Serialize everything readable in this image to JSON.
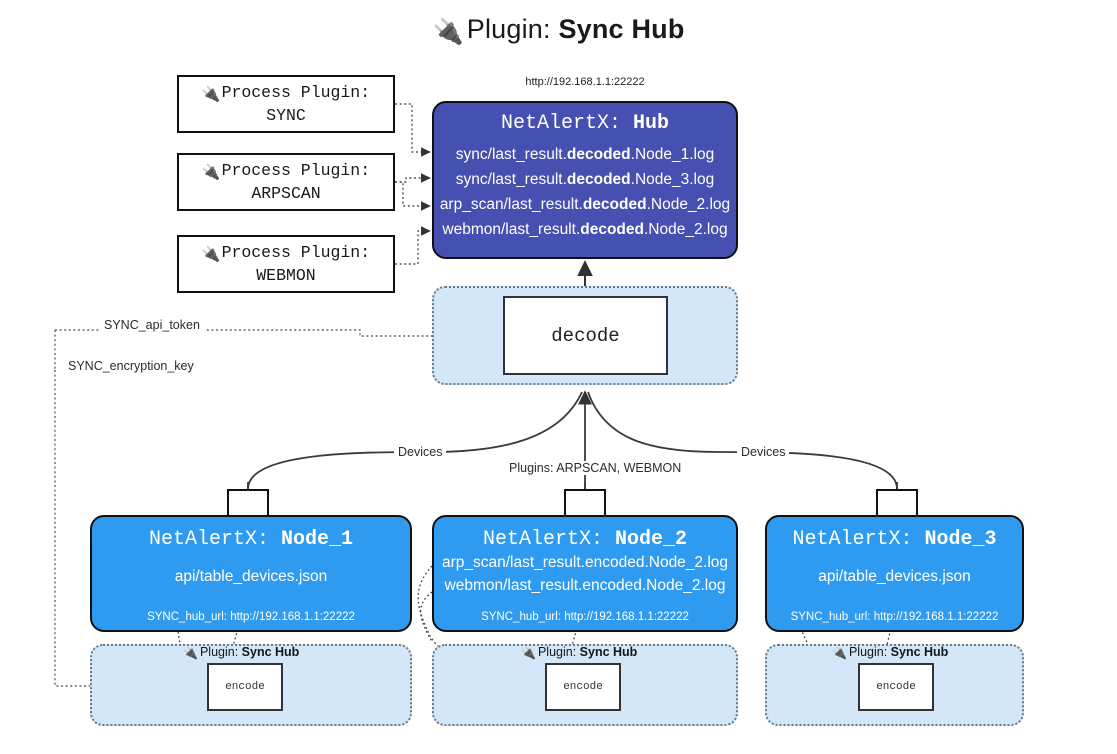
{
  "title": {
    "icon": "plug-icon",
    "prefix": "Plugin:",
    "name": "Sync Hub"
  },
  "hub": {
    "url": "http://192.168.1.1:22222",
    "title_prefix": "NetAlertX:",
    "title_name": "Hub",
    "logs": [
      {
        "pre": "sync/last_result.",
        "mid": "decoded",
        "post": ".Node_1.log"
      },
      {
        "pre": "sync/last_result.",
        "mid": "decoded",
        "post": ".Node_3.log"
      },
      {
        "pre": "arp_scan/last_result.",
        "mid": "decoded",
        "post": ".Node_2.log"
      },
      {
        "pre": "webmon/last_result.",
        "mid": "decoded",
        "post": ".Node_2.log"
      }
    ]
  },
  "process_plugins": [
    {
      "icon": "plug-icon",
      "line1": "Process Plugin:",
      "line2": "SYNC"
    },
    {
      "icon": "plug-icon",
      "line1": "Process Plugin:",
      "line2": "ARPSCAN"
    },
    {
      "icon": "plug-icon",
      "line1": "Process Plugin:",
      "line2": "WEBMON"
    }
  ],
  "decode": {
    "container_label": "",
    "box_label": "decode"
  },
  "edge_labels": {
    "api_token": "SYNC_api_token",
    "encryption_key": "SYNC_encryption_key",
    "devices_left": "Devices",
    "devices_right": "Devices",
    "plugins_middle": "Plugins: ARPSCAN, WEBMON"
  },
  "nodes": [
    {
      "title_prefix": "NetAlertX:",
      "title_name": "Node_1",
      "lines": [
        "api/table_devices.json"
      ],
      "footer": "SYNC_hub_url: http://192.168.1.1:22222",
      "envelope_icon": "envelope-icon"
    },
    {
      "title_prefix": "NetAlertX:",
      "title_name": "Node_2",
      "lines": [
        "arp_scan/last_result.encoded.Node_2.log",
        "webmon/last_result.encoded.Node_2.log"
      ],
      "footer": "SYNC_hub_url: http://192.168.1.1:22222",
      "envelope_icon": "envelope-icon"
    },
    {
      "title_prefix": "NetAlertX:",
      "title_name": "Node_3",
      "lines": [
        "api/table_devices.json"
      ],
      "footer": "SYNC_hub_url: http://192.168.1.1:22222",
      "envelope_icon": "envelope-icon"
    }
  ],
  "encoders": [
    {
      "icon": "plug-icon",
      "caption_prefix": "Plugin:",
      "caption_name": "Sync Hub",
      "box_label": "encode"
    },
    {
      "icon": "plug-icon",
      "caption_prefix": "Plugin:",
      "caption_name": "Sync Hub",
      "box_label": "encode"
    },
    {
      "icon": "plug-icon",
      "caption_prefix": "Plugin:",
      "caption_name": "Sync Hub",
      "box_label": "encode"
    }
  ],
  "colors": {
    "hub_bg": "#4550b0",
    "node_bg": "#2f9bf0",
    "container_bg": "#d4e7f8",
    "stroke": "#111111",
    "dotted_stroke": "#6c7a86"
  }
}
